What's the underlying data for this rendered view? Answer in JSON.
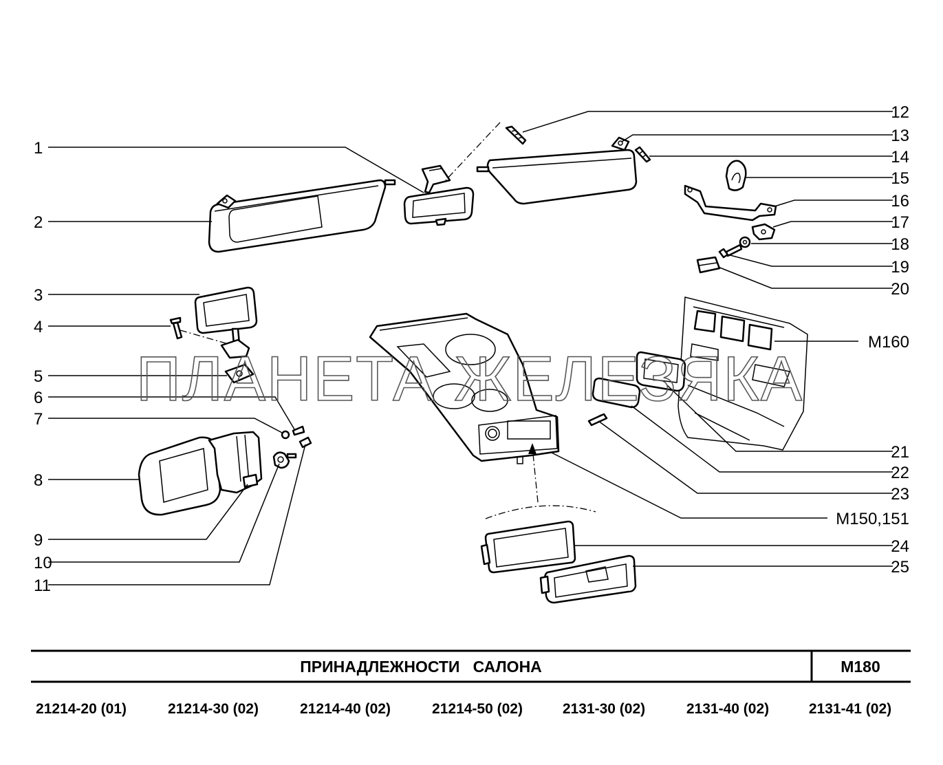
{
  "callouts": [
    {
      "id": "c1",
      "text": "1"
    },
    {
      "id": "c2",
      "text": "2"
    },
    {
      "id": "c3",
      "text": "3"
    },
    {
      "id": "c4",
      "text": "4"
    },
    {
      "id": "c5",
      "text": "5"
    },
    {
      "id": "c6",
      "text": "6"
    },
    {
      "id": "c7",
      "text": "7"
    },
    {
      "id": "c8",
      "text": "8"
    },
    {
      "id": "c9",
      "text": "9"
    },
    {
      "id": "c10",
      "text": "10"
    },
    {
      "id": "c11",
      "text": "11"
    },
    {
      "id": "c12",
      "text": "12"
    },
    {
      "id": "c13",
      "text": "13"
    },
    {
      "id": "c14",
      "text": "14"
    },
    {
      "id": "c15",
      "text": "15"
    },
    {
      "id": "c16",
      "text": "16"
    },
    {
      "id": "c17",
      "text": "17"
    },
    {
      "id": "c18",
      "text": "18"
    },
    {
      "id": "c19",
      "text": "19"
    },
    {
      "id": "c20",
      "text": "20"
    },
    {
      "id": "c21",
      "text": "21"
    },
    {
      "id": "c22",
      "text": "22"
    },
    {
      "id": "c23",
      "text": "23"
    },
    {
      "id": "c24",
      "text": "24"
    },
    {
      "id": "c25",
      "text": "25"
    },
    {
      "id": "m160",
      "text": "M160"
    },
    {
      "id": "m150",
      "text": "M150,151"
    }
  ],
  "watermark": "ПЛАНЕТА ЖЕЛЕЗЯКА",
  "title_block": {
    "title": "ПРИНАДЛЕЖНОСТИ   САЛОНА",
    "code": "M180"
  },
  "variants": [
    "21214-20 (01)",
    "21214-30 (02)",
    "21214-40 (02)",
    "21214-50 (02)",
    "2131-30 (02)",
    "2131-40 (02)",
    "2131-41 (02)"
  ]
}
